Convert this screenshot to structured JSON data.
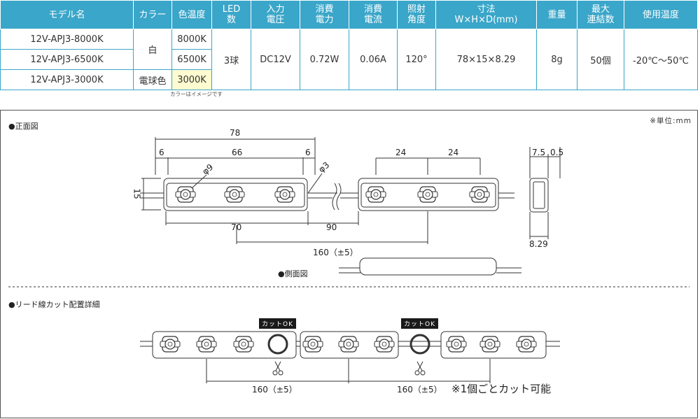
{
  "spec_table": {
    "headers": [
      "モデル名",
      "カラー",
      "色温度",
      "LED|数",
      "入力|電圧",
      "消費|電力",
      "消費|電流",
      "照射|角度",
      "寸法|W×H×D(mm)",
      "重量",
      "最大|連結数",
      "使用温度"
    ],
    "rows": [
      {
        "model": "12V-APJ3-8000K",
        "temp": "8000K"
      },
      {
        "model": "12V-APJ3-6500K",
        "temp": "6500K"
      },
      {
        "model": "12V-APJ3-3000K",
        "color": "電球色",
        "temp": "3000K"
      }
    ],
    "color_white": "白",
    "led_count": "3球",
    "voltage": "DC12V",
    "power": "0.72W",
    "current": "0.06A",
    "angle": "120°",
    "size": "78×15×8.29",
    "weight": "8g",
    "max_link": "50個",
    "temp_range": "-20℃～50℃"
  },
  "color_note": "カラーはイメージです",
  "drawing": {
    "unit": "※単位:mm",
    "front_title": "●正面図",
    "side_title": "●側面図",
    "lead_title": "●リード線カット配置詳細",
    "dims": {
      "total": "78",
      "left": "6",
      "mid": "66",
      "right": "6",
      "phi9": "φ9",
      "phi3": "φ3",
      "pitch1": "24",
      "pitch2": "24",
      "height": "15",
      "d70": "70",
      "d90": "90",
      "d160": "160（±5）",
      "side_a": "7.5",
      "side_b": "0.5",
      "side_depth": "8.29"
    },
    "cut_ok": "カットOK",
    "cut_d1": "160（±5）",
    "cut_d2": "160（±5）",
    "cut_note": "※1個ごとカット可能"
  },
  "colors": {
    "header": "#3aa6c9",
    "highlight": "#fefbd0"
  }
}
